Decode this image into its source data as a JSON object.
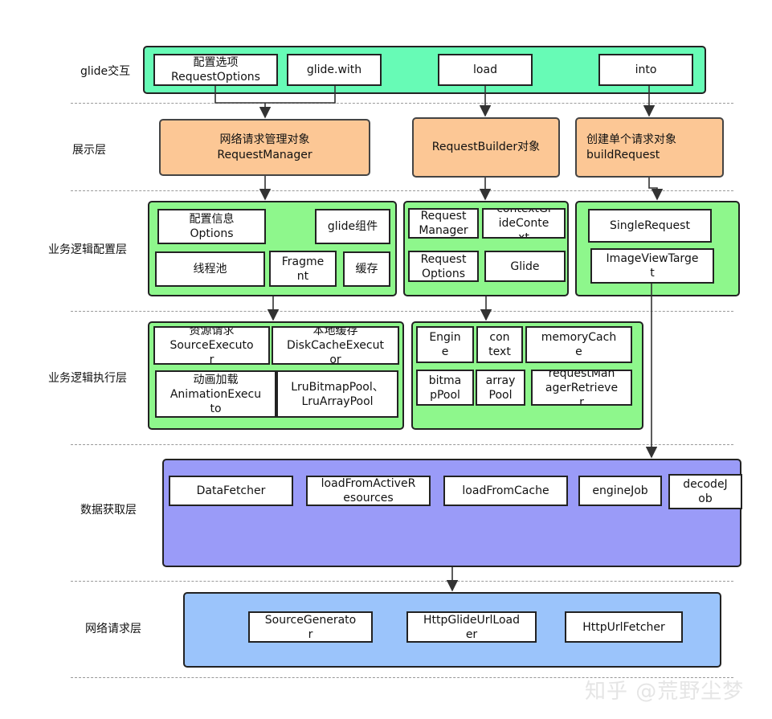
{
  "layers": {
    "interaction": "glide交互",
    "display": "展示层",
    "config": "业务逻辑配置层",
    "execution": "业务逻辑执行层",
    "data_fetch": "数据获取层",
    "network": "网络请求层"
  },
  "interaction": {
    "request_options": "配置选项\nRequestOptions",
    "glide_with": "glide.with",
    "load": "load",
    "into": "into"
  },
  "display": {
    "request_manager": "网络请求管理对象\nRequestManager",
    "request_builder": "RequestBuilder对象",
    "build_request": "创建单个请求对象\nbuildRequest"
  },
  "config_left": {
    "config_options": "配置信息\nOptions",
    "glide_components": "glide组件",
    "thread_pool": "线程池",
    "fragment": "Fragme\nnt",
    "cache": "缓存"
  },
  "config_mid": {
    "request_manager": "Request\nManager",
    "glide_context": "contextGl\nideConte\nxt",
    "request_options": "Request\nOptions",
    "glide": "Glide"
  },
  "config_right": {
    "single_request": "SingleRequest",
    "image_view_target": "ImageViewTarge\nt"
  },
  "exec_left": {
    "source_executor": "资源请求\nSourceExecuto\nr",
    "disk_cache_executor": "本地缓存\nDiskCacheExecut\nor",
    "animation_executor": "动画加载\nAnimationExecu\nto",
    "pools": "LruBitmapPool、\nLruArrayPool"
  },
  "exec_right": {
    "engine": "Engin\ne",
    "context": "con\ntext",
    "memory_cache": "memoryCach\ne",
    "bitmap_pool": "bitma\npPool",
    "array_pool": "array\nPool",
    "retriever": "requestMan\nagerRetrieve\nr"
  },
  "data_fetch": {
    "data_fetcher": "DataFetcher",
    "load_active": "loadFromActiveR\nesources",
    "load_cache": "loadFromCache",
    "engine_job": "engineJob",
    "decode_job": "decodeJ\nob"
  },
  "network": {
    "source_generator": "SourceGenerato\nr",
    "http_loader": "HttpGlideUrlLoad\ner",
    "http_fetcher": "HttpUrlFetcher"
  },
  "watermark": "知乎 @荒野尘梦",
  "colors": {
    "interaction_bg": "#67fbb6",
    "display_bg": "#fcc795",
    "config_bg": "#8ef78c",
    "data_fetch_bg": "#9a9bf8",
    "network_bg": "#9bc4fb"
  }
}
